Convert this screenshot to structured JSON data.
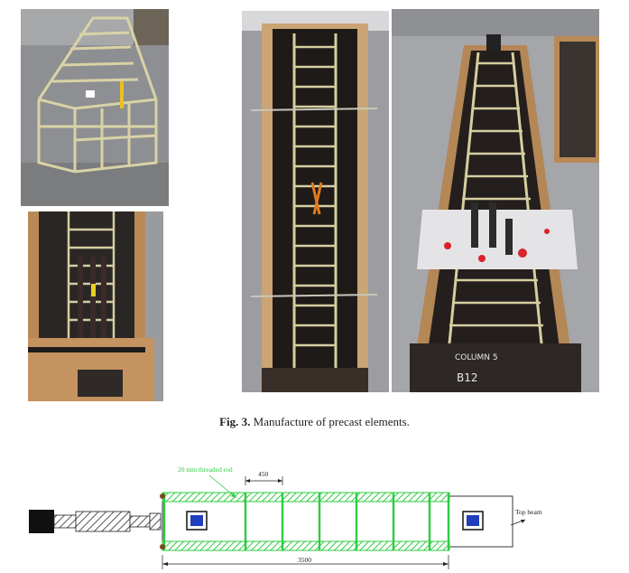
{
  "figure": {
    "label": "Fig. 3.",
    "title": "Manufacture of precast elements."
  },
  "diagram": {
    "rod_label": "20 mm threaded rod",
    "spacing_label": "450",
    "length_label": "3500",
    "beam_label": "Top beam",
    "colors": {
      "rod": "#2ecc40",
      "hatch": "#555555",
      "outline": "#222222"
    }
  },
  "photos": {
    "chalk_text_1": "COLUMN 5",
    "chalk_text_2": "B12"
  }
}
